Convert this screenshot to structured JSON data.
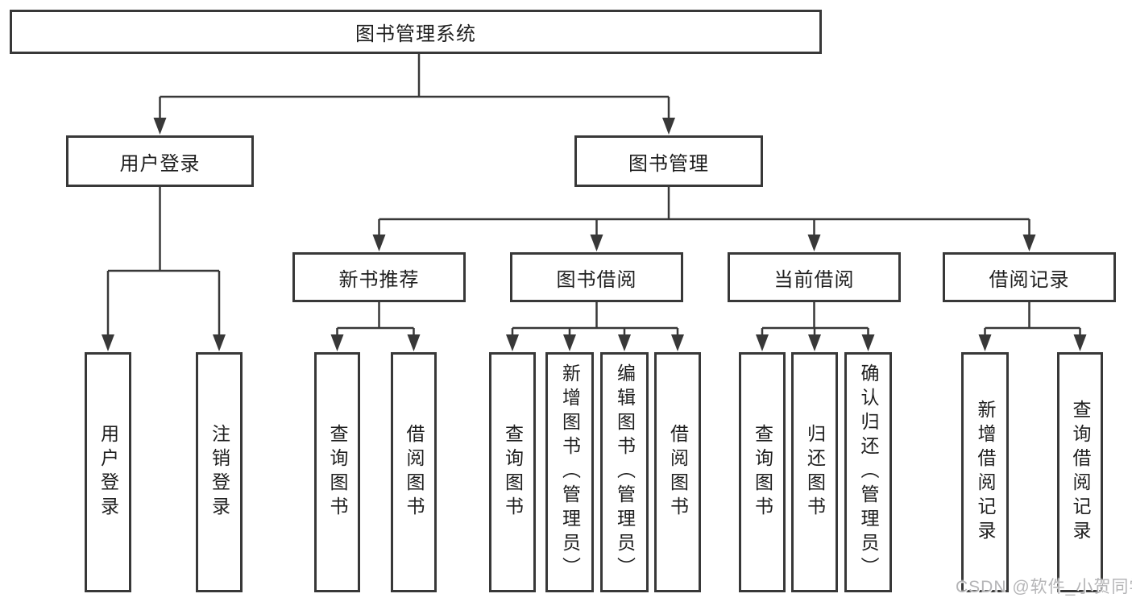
{
  "diagram": {
    "root": {
      "label": "图书管理系统"
    },
    "level2": [
      {
        "label": "用户登录"
      },
      {
        "label": "图书管理"
      }
    ],
    "level3": [
      {
        "label": "新书推荐"
      },
      {
        "label": "图书借阅"
      },
      {
        "label": "当前借阅"
      },
      {
        "label": "借阅记录"
      }
    ],
    "leaves": [
      {
        "label": "用户登录"
      },
      {
        "label": "注销登录"
      },
      {
        "label": "查询图书"
      },
      {
        "label": "借阅图书"
      },
      {
        "label": "查询图书"
      },
      {
        "label": "新增图书（管理员）"
      },
      {
        "label": "编辑图书（管理员）"
      },
      {
        "label": "借阅图书"
      },
      {
        "label": "查询图书"
      },
      {
        "label": "归还图书"
      },
      {
        "label": "确认归还（管理员）"
      },
      {
        "label": "新增借阅记录"
      },
      {
        "label": "查询借阅记录"
      }
    ],
    "watermark": "CSDN @软件_小贺同学",
    "colors": {
      "line": "#383838",
      "text": "#1e1e1e",
      "watermark": "#b5b5b7",
      "background": "#ffffff"
    }
  }
}
